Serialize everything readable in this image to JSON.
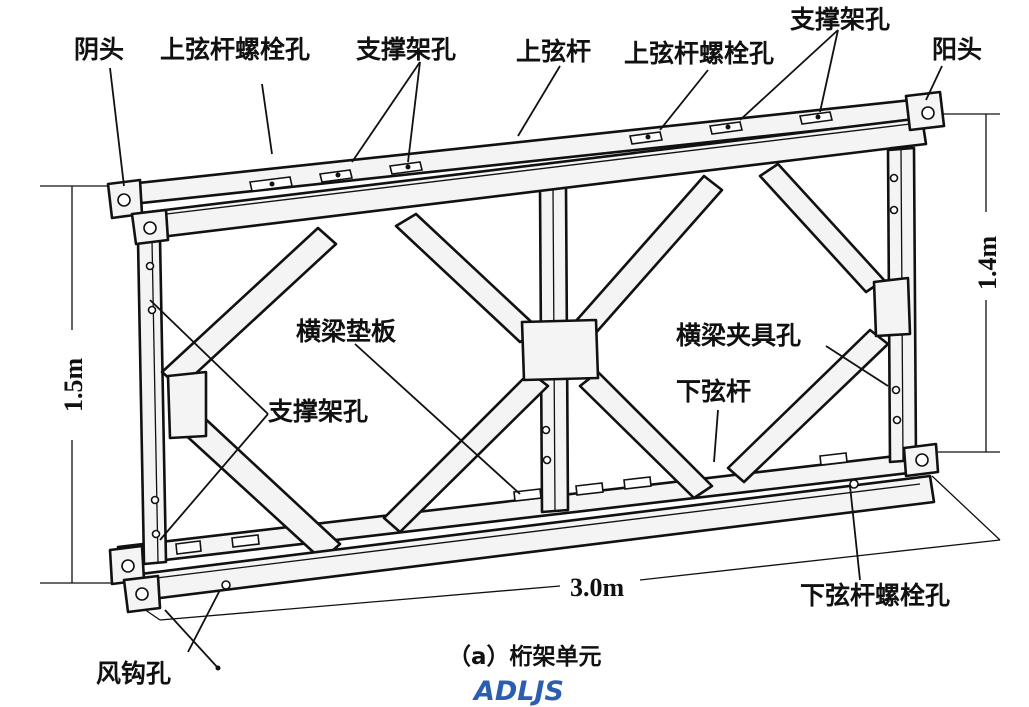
{
  "labels": {
    "female_end": "阴头",
    "top_chord_bolt_hole_left": "上弦杆螺栓孔",
    "brace_frame_hole_top_left": "支撑架孔",
    "top_chord": "上弦杆",
    "top_chord_bolt_hole_right": "上弦杆螺栓孔",
    "brace_frame_hole_top_right": "支撑架孔",
    "male_end": "阳头",
    "transom_pad": "横梁垫板",
    "transom_clamp_hole": "横梁夹具孔",
    "brace_frame_hole_left": "支撑架孔",
    "bottom_chord": "下弦杆",
    "bottom_chord_bolt_hole": "下弦杆螺栓孔",
    "wind_hook_hole": "风钩孔"
  },
  "dimensions": {
    "height_left": "1.5m",
    "height_right": "1.4m",
    "length": "3.0m"
  },
  "caption": "（a）桁架单元",
  "watermark": "ADLJS"
}
